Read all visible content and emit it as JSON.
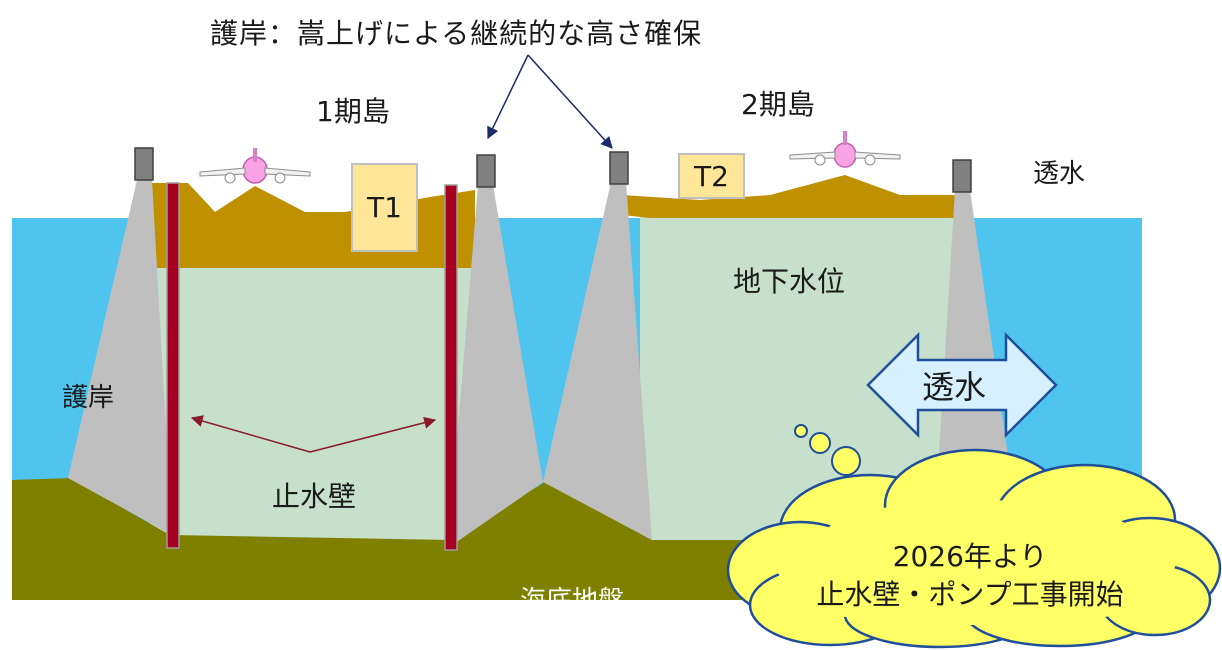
{
  "diagram": {
    "title": "護岸：嵩上げによる継続的な高さ確保",
    "island_1": "1期島",
    "island_2": "2期島",
    "permeable_label": "透水",
    "seawall_label": "護岸",
    "terminal_1": "T1",
    "terminal_2": "T2",
    "groundwater_label": "地下水位",
    "cutoff_wall_label": "止水壁",
    "seabed_label": "海底地盤",
    "permeation_arrow_label": "透水",
    "callout": {
      "line1": "2026年より",
      "line2": "止水壁・ポンプ工事開始"
    },
    "colors": {
      "sea": "#4fc4ef",
      "groundwater": "#c6e0cc",
      "landfill": "#bf9000",
      "seabed": "#7f7f00",
      "seawall": "#bfbfbf",
      "cutoff_wall": "#a50021",
      "terminal": "#ffe699",
      "callout": "#ffff66",
      "arrow_fill": "#d6f0ff",
      "arrow_stroke": "#1f4e9a"
    }
  }
}
